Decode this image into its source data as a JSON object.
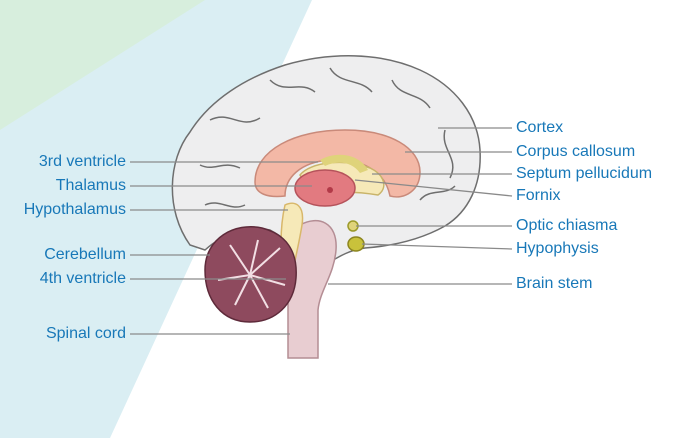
{
  "colors": {
    "label_text": "#1878b8",
    "leader_line": "#8a8a8a",
    "bg_green": "#d7eedd",
    "bg_blue": "#daeef3",
    "cortex": "#eeeeef",
    "cortex_outline": "#6e6e6e",
    "corpus_callosum": "#f3b8a6",
    "thalamus": "#e27a80",
    "brain_stem": "#e8cdd1",
    "cerebellum": "#8e4a5e",
    "ventricle": "#f6e9b8",
    "fornix": "#dfd37a",
    "hypophysis": "#c9c23b"
  },
  "diagram": {
    "left_labels": [
      {
        "id": "3rd-ventricle",
        "text": "3rd ventricle"
      },
      {
        "id": "thalamus",
        "text": "Thalamus"
      },
      {
        "id": "hypothalamus",
        "text": "Hypothalamus"
      },
      {
        "id": "cerebellum",
        "text": "Cerebellum"
      },
      {
        "id": "4th-ventricle",
        "text": "4th ventricle"
      },
      {
        "id": "spinal-cord",
        "text": "Spinal cord"
      }
    ],
    "right_labels": [
      {
        "id": "cortex",
        "text": "Cortex"
      },
      {
        "id": "corpus-callosum",
        "text": "Corpus callosum"
      },
      {
        "id": "septum-pellucidum",
        "text": "Septum pellucidum"
      },
      {
        "id": "fornix",
        "text": "Fornix"
      },
      {
        "id": "optic-chiasma",
        "text": "Optic chiasma"
      },
      {
        "id": "hypophysis",
        "text": "Hypophysis"
      },
      {
        "id": "brain-stem",
        "text": "Brain stem"
      }
    ]
  }
}
